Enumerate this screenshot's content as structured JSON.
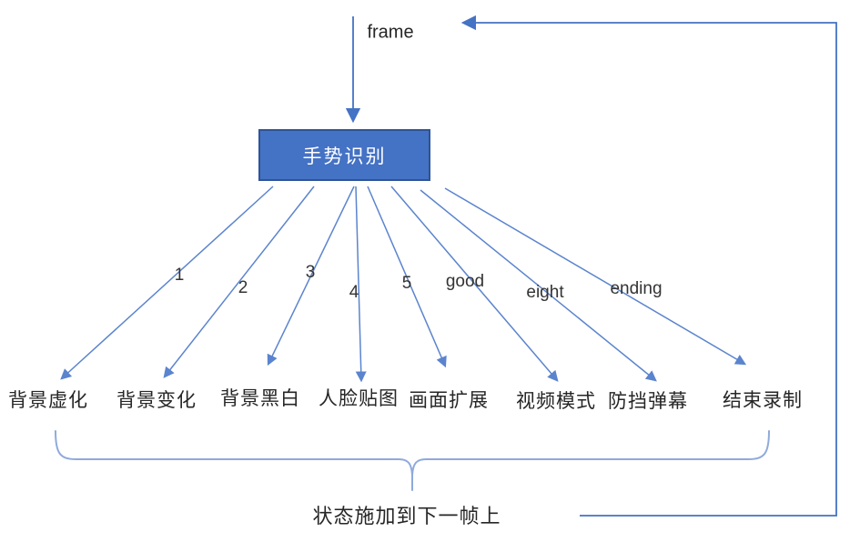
{
  "diagram": {
    "input_label": "frame",
    "node_label": "手势识别",
    "gesture_labels": [
      "1",
      "2",
      "3",
      "4",
      "5",
      "good",
      "eight",
      "ending"
    ],
    "action_labels": [
      "背景虚化",
      "背景变化",
      "背景黑白",
      "人脸贴图",
      "画面扩展",
      "视频模式",
      "防挡弹幕",
      "结束录制"
    ],
    "loop_label": "状态施加到下一帧上",
    "colors": {
      "node_fill": "#4472C4",
      "node_border": "#2F5496",
      "node_text": "#FFFFFF",
      "connector": "#4472C4",
      "fan_connector": "#5B84CE",
      "brace": "#8FAADC",
      "label_text": "#262626"
    }
  }
}
